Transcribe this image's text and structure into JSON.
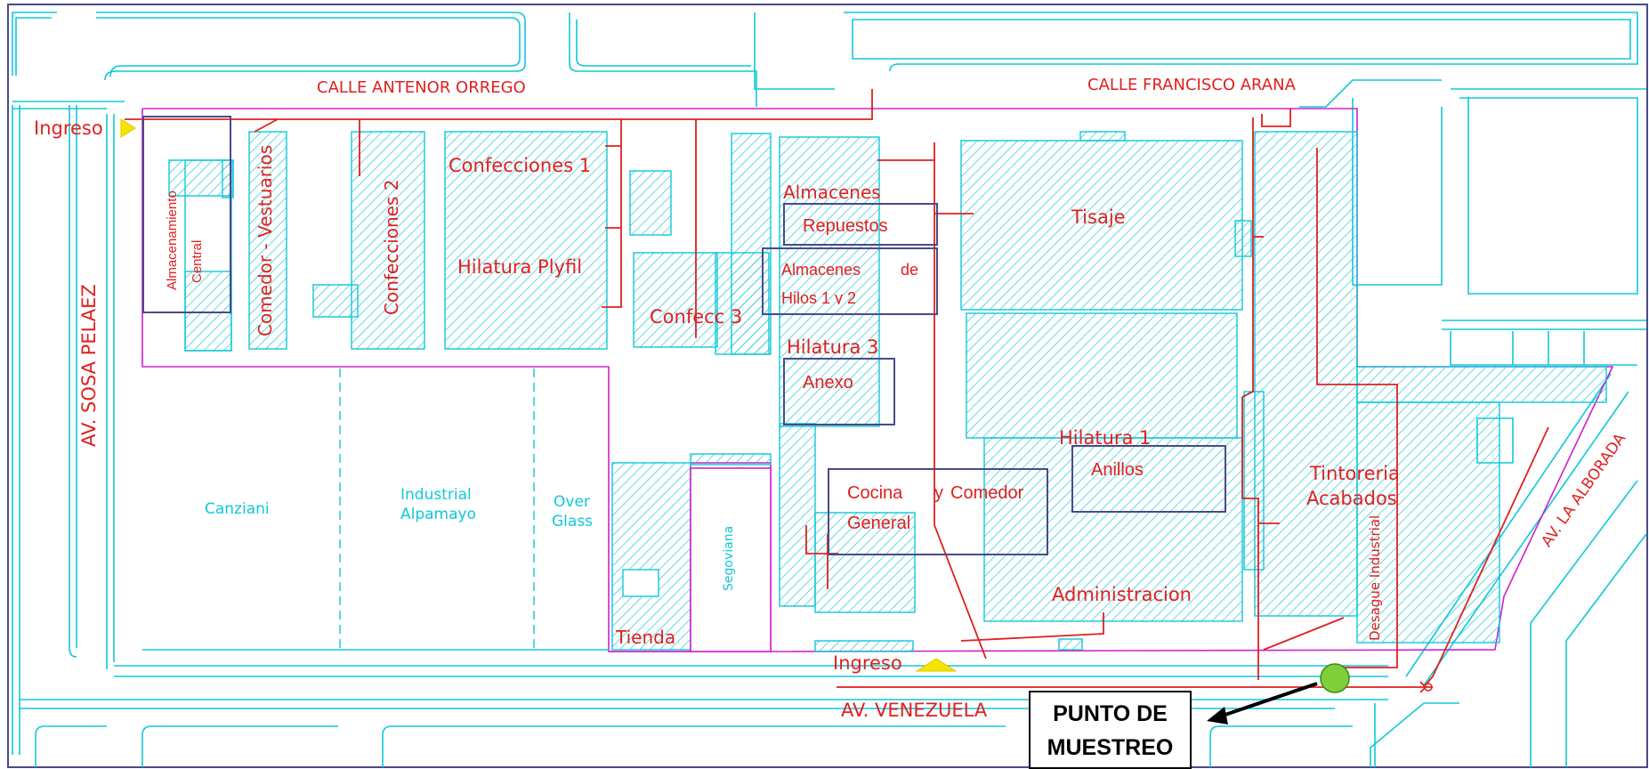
{
  "streets": {
    "antenor_orrego": "CALLE ANTENOR ORREGO",
    "francisco_arana": "CALLE FRANCISCO ARANA",
    "sosa_pelaez": "AV. SOSA PELAEZ",
    "venezuela": "AV. VENEZUELA",
    "la_alborada": "AV. LA ALBORADA"
  },
  "entrances": {
    "west": "Ingreso",
    "south": "Ingreso"
  },
  "areas": {
    "almacenamiento_central_1": "Almacenamiento",
    "almacenamiento_central_2": "Central",
    "comedor_vestuarios": "Comedor - Vestuarios",
    "confecciones_2": "Confecciones 2",
    "confecciones_1": "Confecciones 1",
    "hilatura_plyfil": "Hilatura Plyfil",
    "confecc_3": "Confecc 3",
    "almacenes": "Almacenes",
    "repuestos": "Repuestos",
    "almacenes_de_1": "Almacenes",
    "almacenes_de_2": "de",
    "hilos": "Hilos 1 y 2",
    "hilatura_3": "Hilatura 3",
    "anexo": "Anexo",
    "tisaje": "Tisaje",
    "hilatura_1": "Hilatura 1",
    "anillos": "Anillos",
    "cocina_1": "Cocina",
    "cocina_2": "y",
    "cocina_3": "Comedor",
    "general": "General",
    "administracion": "Administracion",
    "tintoreria": "Tintoreria",
    "acabados": "Acabados",
    "desague": "Desague Industrial",
    "tienda": "Tienda",
    "segoviana": "Segoviana"
  },
  "neighbors": {
    "canziani": "Canziani",
    "industrial": "Industrial",
    "alpamayo": "Alpamayo",
    "over": "Over",
    "glass": "Glass"
  },
  "callout": {
    "line1": "PUNTO DE",
    "line2": "MUESTREO"
  },
  "colors": {
    "street_lines": "#10c8d8",
    "pipes_and_labels": "#e02020",
    "property_boundary": "#d020d0",
    "building_hatch": "#10c8d8",
    "highlight_boxes": "#4a4a88",
    "sampling_point": "#7ecf3a",
    "entrance_marker": "#f2e600"
  }
}
